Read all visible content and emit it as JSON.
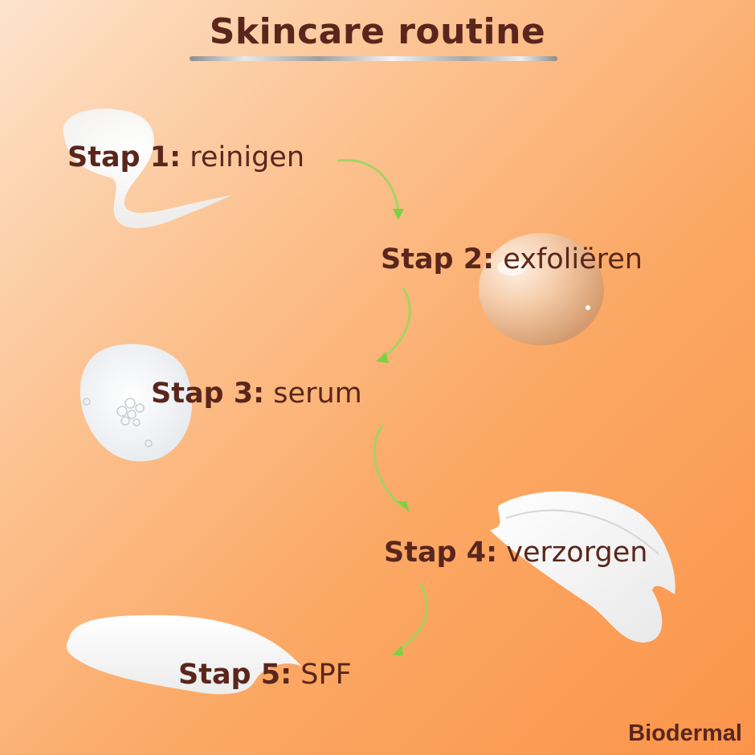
{
  "title": "Skincare routine",
  "brand": "Biodermal",
  "colors": {
    "background_start": "#fde3cc",
    "background_end": "#fb944a",
    "text": "#5a261c",
    "arrow": "#8fd35a"
  },
  "steps": [
    {
      "label": "Stap 1:",
      "text": "reinigen",
      "visual": "foam-cleanser-smear"
    },
    {
      "label": "Stap 2:",
      "text": "exfoliëren",
      "visual": "liquid-droplet"
    },
    {
      "label": "Stap 3:",
      "text": "serum",
      "visual": "gel-serum-drop"
    },
    {
      "label": "Stap 4:",
      "text": "verzorgen",
      "visual": "cream-swatch"
    },
    {
      "label": "Stap 5:",
      "text": "SPF",
      "visual": "sunscreen-swatch"
    }
  ]
}
